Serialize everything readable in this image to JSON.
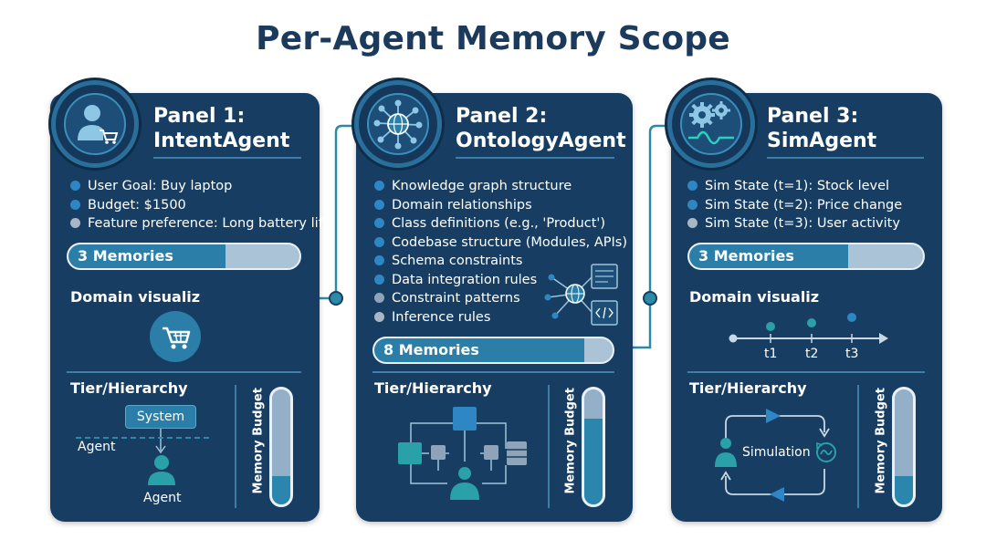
{
  "title": "Per-Agent Memory Scope",
  "colors": {
    "background": "#ffffff",
    "panel": "#173e62",
    "accent": "#2a7ea8",
    "title": "#1b3a5c",
    "connector": "#2a8aa8"
  },
  "panels": [
    {
      "heading_line1": "Panel 1:",
      "heading_line2": "IntentAgent",
      "icon": "user-cart-icon",
      "bullets": [
        {
          "text": "User Goal: Buy laptop",
          "color": "#2f86c4"
        },
        {
          "text": "Budget: $1500",
          "color": "#2f86c4"
        },
        {
          "text": "Feature preference: Long battery life",
          "color": "#a9b6c3"
        }
      ],
      "memories_label": "3 Memories",
      "memories_fill": 0.68,
      "domain_label": "Domain visualiz",
      "domain_icon": "shopping-cart-icon",
      "tier_label": "Tier/Hierarchy",
      "tier": {
        "top": "System",
        "divider": "Agent",
        "bottom": "Agent"
      },
      "budget_label": "Memory Budget",
      "budget_fill": 0.25
    },
    {
      "heading_line1": "Panel 2:",
      "heading_line2": "OntologyAgent",
      "icon": "network-globe-icon",
      "bullets": [
        {
          "text": "Knowledge graph structure",
          "color": "#2f86c4"
        },
        {
          "text": "Domain relationships",
          "color": "#2f86c4"
        },
        {
          "text": "Class definitions (e.g., 'Product')",
          "color": "#2f86c4"
        },
        {
          "text": "Codebase structure (Modules, APIs)",
          "color": "#2f86c4"
        },
        {
          "text": "Schema constraints",
          "color": "#2f86c4"
        },
        {
          "text": "Data integration rules",
          "color": "#2f86c4"
        },
        {
          "text": "Constraint patterns",
          "color": "#8fa4b8"
        },
        {
          "text": "Inference rules",
          "color": "#a9b6c3"
        }
      ],
      "memories_label": "8 Memories",
      "memories_fill": 0.88,
      "tier_label": "Tier/Hierarchy",
      "budget_label": "Memory Budget",
      "budget_fill": 0.75
    },
    {
      "heading_line1": "Panel 3:",
      "heading_line2": "SimAgent",
      "icon": "gears-wave-icon",
      "bullets": [
        {
          "text": "Sim State (t=1): Stock level",
          "color": "#2f86c4"
        },
        {
          "text": "Sim State (t=2): Price change",
          "color": "#2f86c4"
        },
        {
          "text": "Sim State (t=3): User activity",
          "color": "#a9b6c3"
        }
      ],
      "memories_label": "3 Memories",
      "memories_fill": 0.68,
      "domain_label": "Domain visualiz",
      "timeline": [
        "t1",
        "t2",
        "t3"
      ],
      "tier_label": "Tier/Hierarchy",
      "sim_label": "Simulation",
      "budget_label": "Memory Budget",
      "budget_fill": 0.25
    }
  ]
}
